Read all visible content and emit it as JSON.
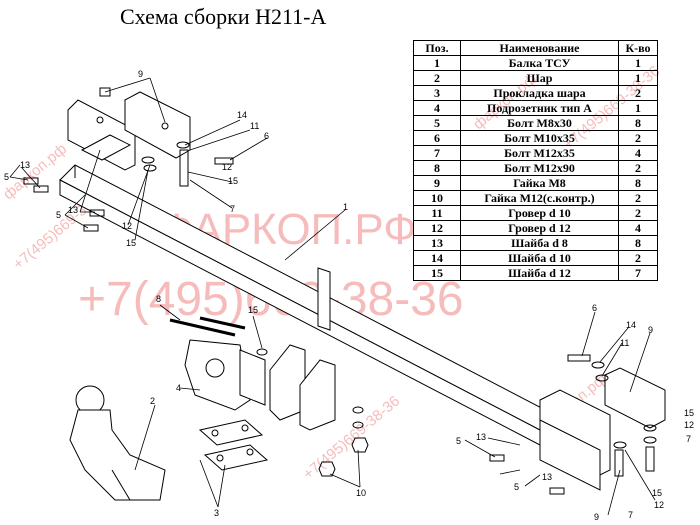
{
  "title": "Схема сборки H211-A",
  "table": {
    "headers": [
      "Поз.",
      "Наименование",
      "К-во"
    ],
    "rows": [
      [
        "1",
        "Балка ТСУ",
        "1"
      ],
      [
        "2",
        "Шар",
        "1"
      ],
      [
        "3",
        "Прокладка шара",
        "2"
      ],
      [
        "4",
        "Подрозетник тип А",
        "1"
      ],
      [
        "5",
        "Болт М8х30",
        "8"
      ],
      [
        "6",
        "Болт М10х35",
        "2"
      ],
      [
        "7",
        "Болт М12х35",
        "4"
      ],
      [
        "8",
        "Болт М12х90",
        "2"
      ],
      [
        "9",
        "Гайка М8",
        "8"
      ],
      [
        "10",
        "Гайка М12(с.контр.)",
        "2"
      ],
      [
        "11",
        "Гровер d 10",
        "2"
      ],
      [
        "12",
        "Гровер d 12",
        "4"
      ],
      [
        "13",
        "Шайба d 8",
        "8"
      ],
      [
        "14",
        "Шайба d 10",
        "2"
      ],
      [
        "15",
        "Шайба d 12",
        "7"
      ]
    ]
  },
  "watermark": {
    "site": "ФАРКОП.РФ",
    "phone": "+7(495)669-38-36",
    "small_site": "фаркоп.рф",
    "small_phone": "+7(495)669-38-36"
  },
  "callouts": {
    "c1": "1",
    "c2": "2",
    "c3": "3",
    "c4": "4",
    "c5": "5",
    "c6": "6",
    "c7": "7",
    "c8": "8",
    "c9": "9",
    "c10": "10",
    "c11": "11",
    "c12": "12",
    "c13": "13",
    "c14": "14",
    "c15": "15"
  }
}
